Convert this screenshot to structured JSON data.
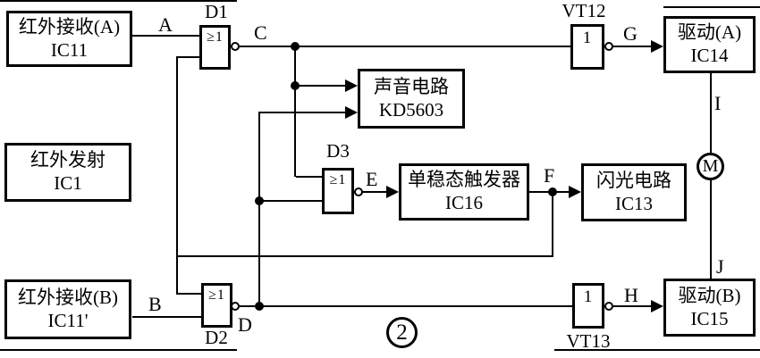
{
  "figure": {
    "number": "2"
  },
  "blocks": {
    "ir_receiver_a": {
      "name": "红外接收(A)",
      "ic": "IC11"
    },
    "ir_transmitter": {
      "name": "红外发射",
      "ic": "IC1"
    },
    "ir_receiver_b": {
      "name": "红外接收(B)",
      "ic": "IC11'"
    },
    "sound_circuit": {
      "name": "声音电路",
      "ic": "KD5603"
    },
    "monostable_trigger": {
      "name": "单稳态触发器",
      "ic": "IC16"
    },
    "flash_circuit": {
      "name": "闪光电路",
      "ic": "IC13"
    },
    "driver_a": {
      "name": "驱动(A)",
      "ic": "IC14"
    },
    "driver_b": {
      "name": "驱动(B)",
      "ic": "IC15"
    }
  },
  "gates": {
    "d1": {
      "label": "D1",
      "symbol": "≥1"
    },
    "d2": {
      "label": "D2",
      "symbol": "≥1"
    },
    "d3": {
      "label": "D3",
      "symbol": "≥1"
    },
    "vt12": {
      "label": "VT12",
      "symbol": "1"
    },
    "vt13": {
      "label": "VT13",
      "symbol": "1"
    }
  },
  "signal_labels": {
    "a": "A",
    "b": "B",
    "c": "C",
    "d": "D",
    "e": "E",
    "f": "F",
    "g": "G",
    "h": "H",
    "i": "I",
    "j": "J"
  },
  "motor_label": "M",
  "colors": {
    "line": "#000000",
    "background": "#ffffff"
  }
}
